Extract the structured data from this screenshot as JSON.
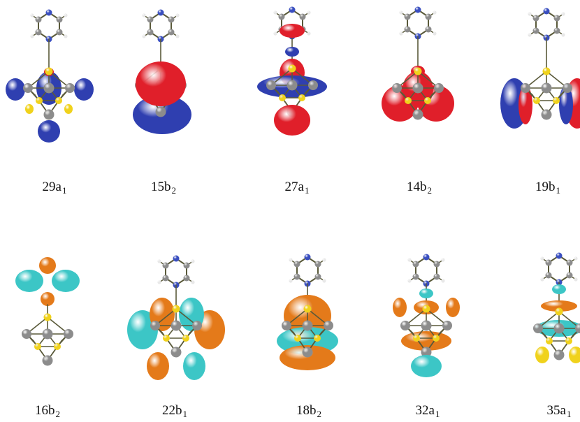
{
  "figure": {
    "rows": [
      {
        "scheme": "red-blue",
        "orbitals": [
          {
            "number": "29",
            "sym": "a",
            "sub": "1"
          },
          {
            "number": "15",
            "sym": "b",
            "sub": "2"
          },
          {
            "number": "27",
            "sym": "a",
            "sub": "1"
          },
          {
            "number": "14",
            "sym": "b",
            "sub": "2"
          },
          {
            "number": "19",
            "sym": "b",
            "sub": "1"
          }
        ]
      },
      {
        "scheme": "orange-cyan",
        "orbitals": [
          {
            "number": "16",
            "sym": "b",
            "sub": "2"
          },
          {
            "number": "22",
            "sym": "b",
            "sub": "1"
          },
          {
            "number": "18",
            "sym": "b",
            "sub": "2"
          },
          {
            "number": "32",
            "sym": "a",
            "sub": "1"
          },
          {
            "number": "35",
            "sym": "a",
            "sub": "1"
          }
        ]
      }
    ],
    "colors": {
      "lobe_positive_row1": "#e01f2a",
      "lobe_negative_row1": "#2f3fb0",
      "lobe_positive_row2": "#e47a1a",
      "lobe_negative_row2": "#3cc6c6",
      "atom_carbon": "#8c8c8c",
      "atom_nitrogen": "#3a4fc0",
      "atom_hydrogen": "#e8e8e8",
      "atom_sulfur": "#f0d21c",
      "bond": "#5a5a3a"
    }
  }
}
